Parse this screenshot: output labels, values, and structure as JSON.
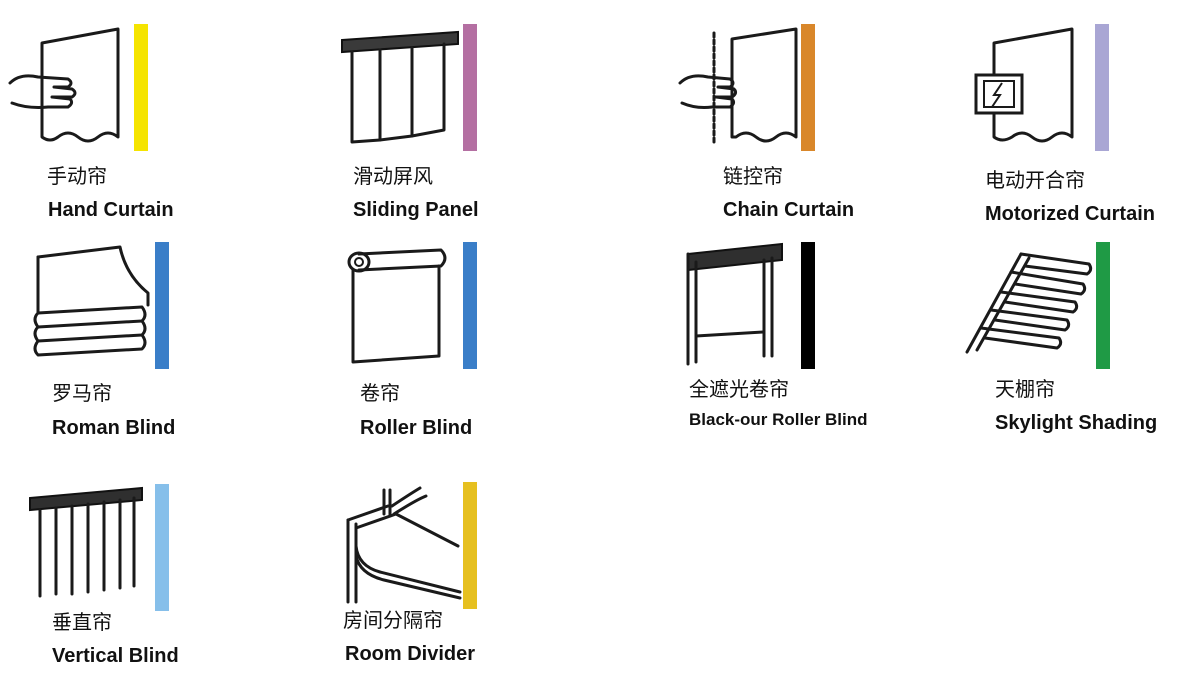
{
  "items": [
    {
      "zh": "手动帘",
      "en": "Hand Curtain",
      "icon": "hand-curtain-icon",
      "bar_color": "#f5e400"
    },
    {
      "zh": "滑动屏风",
      "en": "Sliding Panel",
      "icon": "sliding-panel-icon",
      "bar_color": "#b46fa2"
    },
    {
      "zh": "链控帘",
      "en": "Chain Curtain",
      "icon": "chain-curtain-icon",
      "bar_color": "#d9872a"
    },
    {
      "zh": "电动开合帘",
      "en": "Motorized Curtain",
      "icon": "motorized-curtain-icon",
      "bar_color": "#a9a6d4"
    },
    {
      "zh": "罗马帘",
      "en": "Roman Blind",
      "icon": "roman-blind-icon",
      "bar_color": "#3a7ec8"
    },
    {
      "zh": "卷帘",
      "en": "Roller Blind",
      "icon": "roller-blind-icon",
      "bar_color": "#3a7ec8"
    },
    {
      "zh": "全遮光卷帘",
      "en": "Black-our Roller Blind",
      "icon": "blackout-roller-blind-icon",
      "bar_color": "#000000"
    },
    {
      "zh": "天棚帘",
      "en": "Skylight Shading",
      "icon": "skylight-shading-icon",
      "bar_color": "#1f9a45"
    },
    {
      "zh": "垂直帘",
      "en": "Vertical Blind",
      "icon": "vertical-blind-icon",
      "bar_color": "#86bfea"
    },
    {
      "zh": "房间分隔帘",
      "en": "Room Divider",
      "icon": "room-divider-icon",
      "bar_color": "#e6c020"
    }
  ]
}
